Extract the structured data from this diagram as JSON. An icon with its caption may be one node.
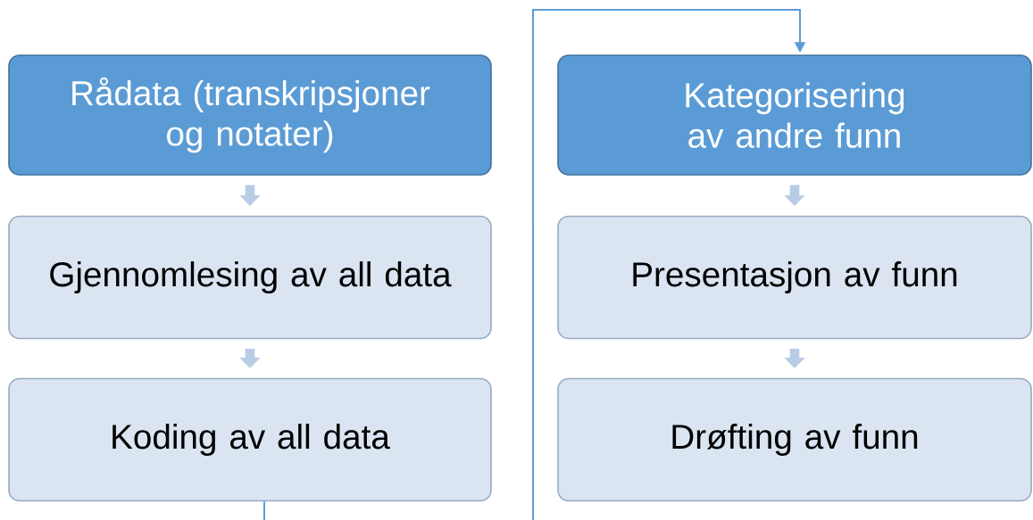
{
  "diagram": {
    "nodes": [
      {
        "text": [
          "Rådata (transkripsjoner og notater)"
        ]
      },
      {
        "text": [
          "Gjennomlesing av all data"
        ]
      },
      {
        "text": [
          "Koding av all data"
        ]
      },
      {
        "text": [
          "Kategorisering av andre funn"
        ]
      },
      {
        "text": [
          "Presentasjon av funn"
        ]
      },
      {
        "text": [
          "Drøfting av funn"
        ]
      }
    ],
    "edges": [
      {
        "from": 0,
        "to": 1,
        "arrow": "to"
      },
      {
        "from": 1,
        "to": 2,
        "arrow": "to"
      },
      {
        "from": 2,
        "to": 3,
        "arrow": "to",
        "color": "#5b9bd5"
      },
      {
        "from": 3,
        "to": 4,
        "arrow": "to"
      },
      {
        "from": 4,
        "to": 5,
        "arrow": "to"
      }
    ]
  }
}
